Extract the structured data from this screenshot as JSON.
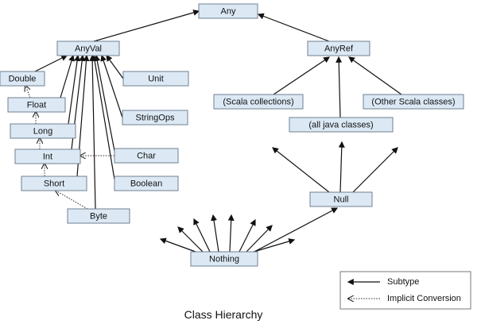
{
  "diagram": {
    "caption": "Class Hierarchy",
    "node_fill": "#dce9f5",
    "node_border": "#6f7f91",
    "line_color": "#111111",
    "nodes": [
      {
        "id": "any",
        "label": "Any"
      },
      {
        "id": "anyval",
        "label": "AnyVal"
      },
      {
        "id": "anyref",
        "label": "AnyRef"
      },
      {
        "id": "double",
        "label": "Double"
      },
      {
        "id": "float",
        "label": "Float"
      },
      {
        "id": "long",
        "label": "Long"
      },
      {
        "id": "int",
        "label": "Int"
      },
      {
        "id": "short",
        "label": "Short"
      },
      {
        "id": "byte",
        "label": "Byte"
      },
      {
        "id": "unit",
        "label": "Unit"
      },
      {
        "id": "stringops",
        "label": "StringOps"
      },
      {
        "id": "char",
        "label": "Char"
      },
      {
        "id": "boolean",
        "label": "Boolean"
      },
      {
        "id": "scala_collections",
        "label": "(Scala collections)"
      },
      {
        "id": "java_classes",
        "label": "(all java classes)"
      },
      {
        "id": "other_scala",
        "label": "(Other Scala classes)"
      },
      {
        "id": "null",
        "label": "Null"
      },
      {
        "id": "nothing",
        "label": "Nothing"
      }
    ],
    "edges": [
      {
        "from": "anyval",
        "to": "any",
        "kind": "subtype"
      },
      {
        "from": "anyref",
        "to": "any",
        "kind": "subtype"
      },
      {
        "from": "double",
        "to": "anyval",
        "kind": "subtype"
      },
      {
        "from": "float",
        "to": "anyval",
        "kind": "subtype"
      },
      {
        "from": "long",
        "to": "anyval",
        "kind": "subtype"
      },
      {
        "from": "int",
        "to": "anyval",
        "kind": "subtype"
      },
      {
        "from": "short",
        "to": "anyval",
        "kind": "subtype"
      },
      {
        "from": "byte",
        "to": "anyval",
        "kind": "subtype"
      },
      {
        "from": "unit",
        "to": "anyval",
        "kind": "subtype"
      },
      {
        "from": "stringops",
        "to": "anyval",
        "kind": "subtype"
      },
      {
        "from": "char",
        "to": "anyval",
        "kind": "subtype"
      },
      {
        "from": "boolean",
        "to": "anyval",
        "kind": "subtype"
      },
      {
        "from": "scala_collections",
        "to": "anyref",
        "kind": "subtype"
      },
      {
        "from": "java_classes",
        "to": "anyref",
        "kind": "subtype"
      },
      {
        "from": "other_scala",
        "to": "anyref",
        "kind": "subtype"
      },
      {
        "from": "null",
        "to": "nothing",
        "kind": "subtype",
        "reverse_arrow": true
      },
      {
        "from": "float",
        "to": "double",
        "kind": "implicit"
      },
      {
        "from": "long",
        "to": "float",
        "kind": "implicit"
      },
      {
        "from": "int",
        "to": "long",
        "kind": "implicit"
      },
      {
        "from": "short",
        "to": "int",
        "kind": "implicit"
      },
      {
        "from": "char",
        "to": "int",
        "kind": "implicit"
      },
      {
        "from": "byte",
        "to": "short",
        "kind": "implicit"
      }
    ],
    "legend": [
      {
        "kind": "subtype",
        "label": "Subtype"
      },
      {
        "kind": "implicit",
        "label": "Implicit Conversion"
      }
    ]
  }
}
